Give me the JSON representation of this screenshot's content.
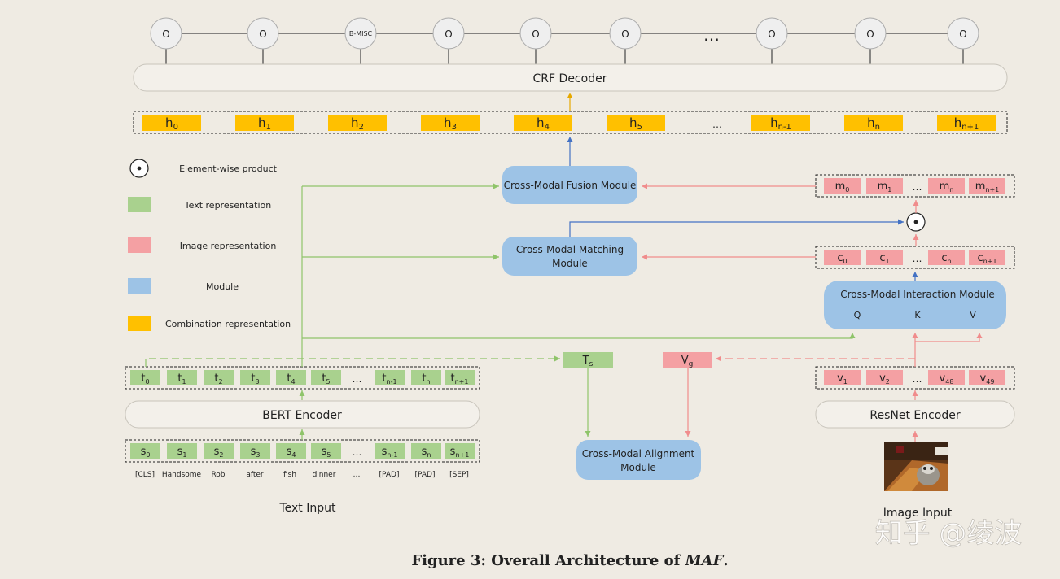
{
  "crf": {
    "labels": [
      "O",
      "O",
      "B-MISC",
      "O",
      "O",
      "O",
      "…",
      "O",
      "O",
      "O"
    ],
    "decoder": "CRF Decoder"
  },
  "h_tokens": [
    {
      "b": "h",
      "s": "0"
    },
    {
      "b": "h",
      "s": "1"
    },
    {
      "b": "h",
      "s": "2"
    },
    {
      "b": "h",
      "s": "3"
    },
    {
      "b": "h",
      "s": "4"
    },
    {
      "b": "h",
      "s": "5"
    },
    {
      "b": "…",
      "s": ""
    },
    {
      "b": "h",
      "s": "n-1"
    },
    {
      "b": "h",
      "s": "n"
    },
    {
      "b": "h",
      "s": "n+1"
    }
  ],
  "legend": {
    "product": "Element-wise product",
    "text": "Text representation",
    "image": "Image representation",
    "module": "Module",
    "combo": "Combination representation"
  },
  "modules": {
    "fusion": "Cross-Modal Fusion Module",
    "matching_1": "Cross-Modal Matching",
    "matching_2": "Module",
    "interaction": "Cross-Modal Interaction Module",
    "q": "Q",
    "k": "K",
    "v": "V",
    "alignment_1": "Cross-Modal Alignment",
    "alignment_2": "Module"
  },
  "m_tokens": [
    {
      "b": "m",
      "s": "0"
    },
    {
      "b": "m",
      "s": "1"
    },
    {
      "b": "…",
      "s": ""
    },
    {
      "b": "m",
      "s": "n"
    },
    {
      "b": "m",
      "s": "n+1"
    }
  ],
  "c_tokens": [
    {
      "b": "c",
      "s": "0"
    },
    {
      "b": "c",
      "s": "1"
    },
    {
      "b": "…",
      "s": ""
    },
    {
      "b": "c",
      "s": "n"
    },
    {
      "b": "c",
      "s": "n+1"
    }
  ],
  "v_tokens": [
    {
      "b": "v",
      "s": "1"
    },
    {
      "b": "v",
      "s": "2"
    },
    {
      "b": "…",
      "s": ""
    },
    {
      "b": "v",
      "s": "48"
    },
    {
      "b": "v",
      "s": "49"
    }
  ],
  "t_tokens": [
    {
      "b": "t",
      "s": "0"
    },
    {
      "b": "t",
      "s": "1"
    },
    {
      "b": "t",
      "s": "2"
    },
    {
      "b": "t",
      "s": "3"
    },
    {
      "b": "t",
      "s": "4"
    },
    {
      "b": "t",
      "s": "5"
    },
    {
      "b": "…",
      "s": ""
    },
    {
      "b": "t",
      "s": "n-1"
    },
    {
      "b": "t",
      "s": "n"
    },
    {
      "b": "t",
      "s": "n+1"
    }
  ],
  "s_tokens": [
    {
      "b": "s",
      "s": "0"
    },
    {
      "b": "s",
      "s": "1"
    },
    {
      "b": "s",
      "s": "2"
    },
    {
      "b": "s",
      "s": "3"
    },
    {
      "b": "s",
      "s": "4"
    },
    {
      "b": "s",
      "s": "5"
    },
    {
      "b": "…",
      "s": ""
    },
    {
      "b": "s",
      "s": "n-1"
    },
    {
      "b": "s",
      "s": "n"
    },
    {
      "b": "s",
      "s": "n+1"
    }
  ],
  "words": [
    "[CLS]",
    "Handsome",
    "Rob",
    "after",
    "fish",
    "dinner",
    "…",
    "[PAD]",
    "[PAD]",
    "[SEP]"
  ],
  "ts": {
    "b": "T",
    "s": "s"
  },
  "vg": {
    "b": "V",
    "s": "g"
  },
  "encoders": {
    "bert": "BERT Encoder",
    "resnet": "ResNet Encoder"
  },
  "inputs": {
    "text": "Text Input",
    "image": "Image Input"
  },
  "watermark": "知乎 @绫波",
  "caption": {
    "prefix": "Figure 3: Overall Architecture of ",
    "emph": "MAF",
    "suffix": "."
  },
  "colors": {
    "text_rep": "#a9d18e",
    "image_rep": "#f4a0a3",
    "module": "#9dc3e6",
    "combo": "#ffc000",
    "text_arrow": "#8fc46a",
    "image_arrow": "#f08c8c",
    "module_arrow": "#4472c4",
    "combo_arrow": "#e6a800"
  }
}
